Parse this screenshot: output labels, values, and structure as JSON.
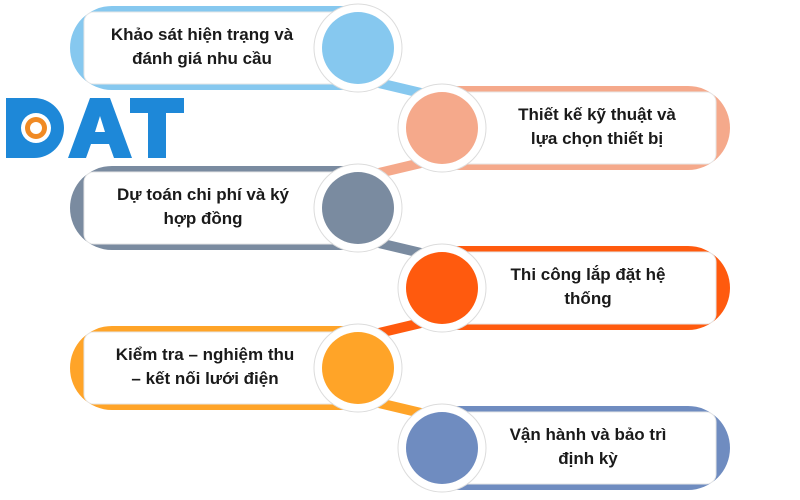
{
  "logo": {
    "text": "DAT",
    "color": "#1e88d8"
  },
  "steps": [
    {
      "line1": "Khảo sát hiện trạng và",
      "line2": "đánh giá nhu cầu",
      "color": "#86c8ef",
      "side": "left"
    },
    {
      "line1": "Thiết kế kỹ thuật và",
      "line2": "lựa chọn thiết bị",
      "color": "#f5a98b",
      "side": "right"
    },
    {
      "line1": "Dự toán chi phí và ký",
      "line2": "hợp đồng",
      "color": "#7a8ba0",
      "side": "left"
    },
    {
      "line1": "Thi công lắp đặt hệ",
      "line2": "thống",
      "color": "#ff5a0e",
      "side": "right"
    },
    {
      "line1": "Kiểm tra – nghiệm thu",
      "line2": "– kết nối lưới điện",
      "color": "#ffa428",
      "side": "left"
    },
    {
      "line1": "Vận hành và bảo trì",
      "line2": "định kỳ",
      "color": "#6f8cc0",
      "side": "right"
    }
  ]
}
